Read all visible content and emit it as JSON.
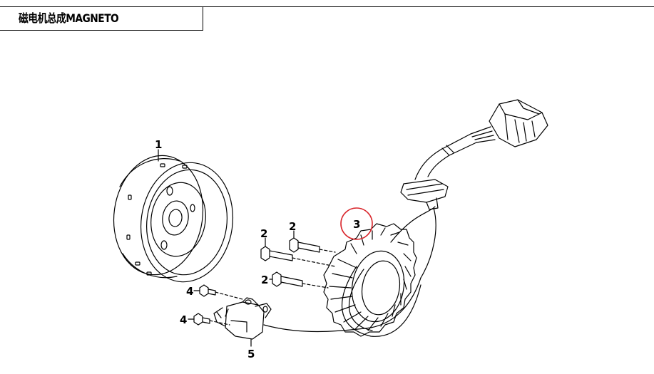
{
  "title": "磁电机总成MAGNETO",
  "callouts": {
    "flywheel": "1",
    "bolt_upper_left": "2",
    "bolt_upper_right": "2",
    "bolt_lower": "2",
    "stator": "3",
    "screw_upper": "4",
    "screw_lower": "4",
    "pickup_sensor": "5"
  },
  "colors": {
    "line": "#000000",
    "highlight": "#d9262c"
  }
}
